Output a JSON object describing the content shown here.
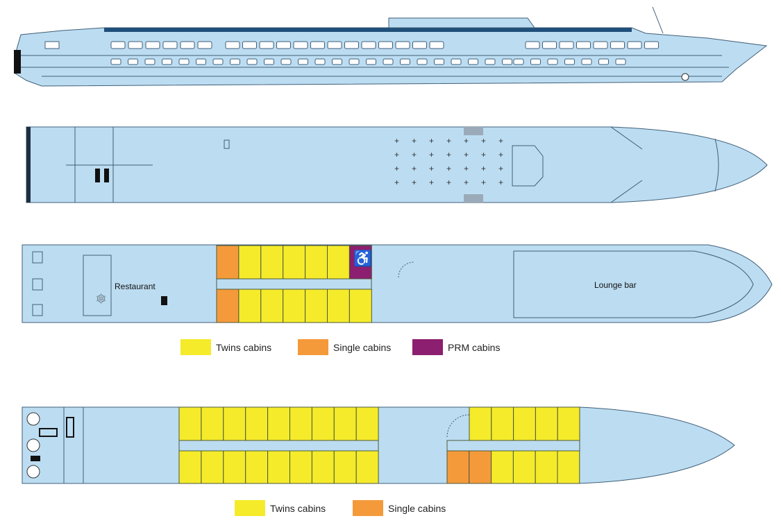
{
  "colors": {
    "water_blue": "#bcdcf1",
    "twin": "#f5eb2a",
    "single": "#f59a3b",
    "prm": "#8c1f6f",
    "outline": "#3f5f78"
  },
  "main_deck": {
    "labels": {
      "restaurant": "Restaurant",
      "lounge": "Lounge bar"
    },
    "cabins_top": [
      "single",
      "twin",
      "twin",
      "twin",
      "twin",
      "twin",
      "prm"
    ],
    "cabins_bottom": [
      "single",
      "twin",
      "twin",
      "twin",
      "twin",
      "twin",
      "twin"
    ],
    "legend": [
      {
        "type": "twin",
        "label": "Twins cabins"
      },
      {
        "type": "single",
        "label": "Single cabins"
      },
      {
        "type": "prm",
        "label": "PRM cabins"
      }
    ]
  },
  "lower_deck": {
    "block1_top": [
      "twin",
      "twin",
      "twin",
      "twin",
      "twin",
      "twin",
      "twin",
      "twin",
      "twin"
    ],
    "block1_bottom": [
      "twin",
      "twin",
      "twin",
      "twin",
      "twin",
      "twin",
      "twin",
      "twin",
      "twin"
    ],
    "block2_top": [
      "twin",
      "twin",
      "twin",
      "twin",
      "twin"
    ],
    "block2_bottom": [
      "single",
      "single",
      "twin",
      "twin",
      "twin",
      "twin"
    ],
    "legend": [
      {
        "type": "twin",
        "label": "Twins cabins"
      },
      {
        "type": "single",
        "label": "Single cabins"
      }
    ]
  }
}
